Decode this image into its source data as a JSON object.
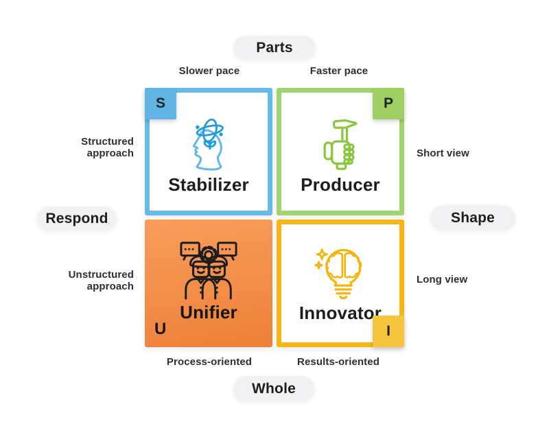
{
  "title": "Working styles quadrant diagram",
  "pills": {
    "top": "Parts",
    "left": "Respond",
    "right": "Shape",
    "bottom": "Whole"
  },
  "labels": {
    "slower_pace": "Slower pace",
    "faster_pace": "Faster pace",
    "structured_approach": "Structured approach",
    "unstructured_approach": "Unstructured approach",
    "short_view": "Short view",
    "long_view": "Long view",
    "process_oriented": "Process-oriented",
    "results_oriented": "Results-oriented"
  },
  "quadrants": {
    "stabilizer": {
      "label": "Stabilizer",
      "letter": "S",
      "icon": "head-profile-with-atom-orbit",
      "border_color": "#66bbe9",
      "badge_color": "#61b5e5",
      "icon_color": "#2f9fdd"
    },
    "producer": {
      "label": "Producer",
      "letter": "P",
      "icon": "fist-holding-hammer",
      "border_color": "#a3d36c",
      "badge_color": "#9ecf63",
      "icon_color": "#8cc63e"
    },
    "unifier": {
      "label": "Unifier",
      "letter": "U",
      "icon": "two-people-gear-speech-bubbles",
      "bg_gradient_start": "#f89d5c",
      "bg_gradient_end": "#ee8038",
      "icon_color": "#1c1c1c"
    },
    "innovator": {
      "label": "Innovator",
      "letter": "I",
      "icon": "brain-lightbulb-with-sparkles",
      "border_color": "#f7b611",
      "badge_color": "#f7c53c",
      "icon_color": "#f6b40e"
    }
  },
  "colors": {
    "background": "#ffffff",
    "pill_background": "#f1f1f3",
    "text": "#1d1d1f"
  }
}
